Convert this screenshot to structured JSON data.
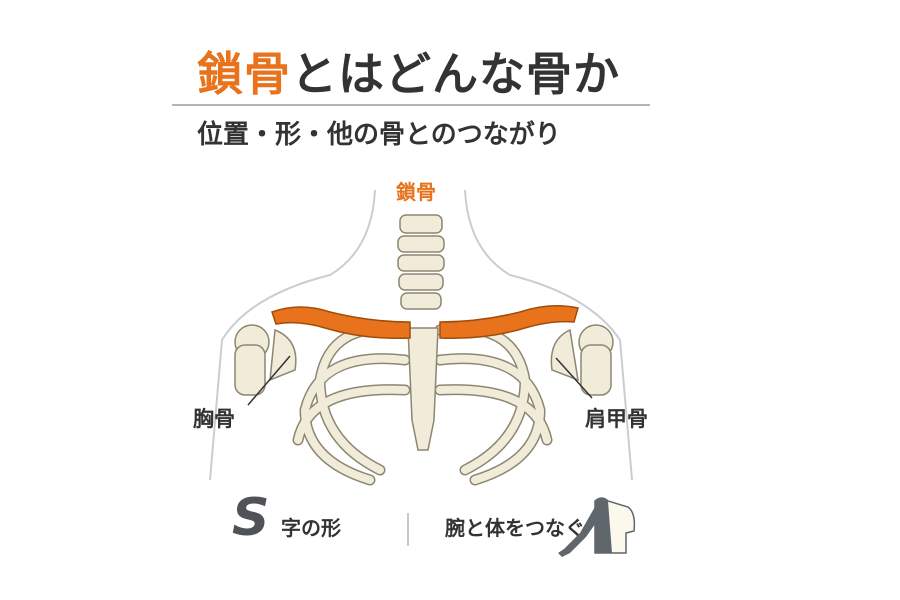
{
  "title": {
    "accent": "鎖骨",
    "rest": "とはどんな骨か"
  },
  "subtitle": "位置・形・他の骨とのつながり",
  "labels": {
    "clavicle": "鎖骨",
    "sternum": "胸骨",
    "scapula": "肩甲骨"
  },
  "features": {
    "s_letter": "S",
    "shape": "字の形",
    "connect": "腕と体をつなぐ"
  },
  "colors": {
    "accent": "#e8731c",
    "text": "#333333",
    "bone": "#f1ecd9",
    "icon": "#5f666c"
  }
}
